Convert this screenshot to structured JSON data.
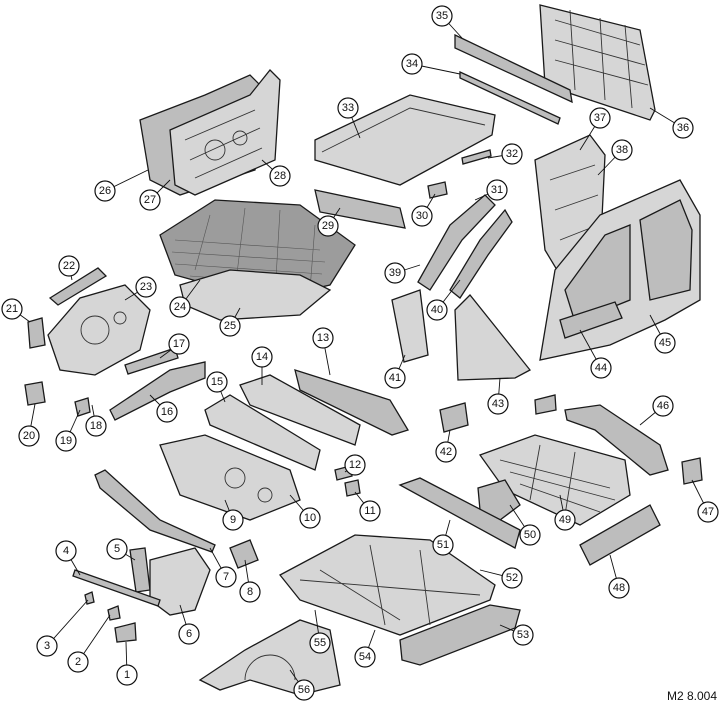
{
  "figure_code": "M2 8.004",
  "callouts": [
    "1",
    "2",
    "3",
    "4",
    "5",
    "6",
    "7",
    "8",
    "9",
    "10",
    "11",
    "12",
    "13",
    "14",
    "15",
    "16",
    "17",
    "18",
    "19",
    "20",
    "21",
    "22",
    "23",
    "24",
    "25",
    "26",
    "27",
    "28",
    "29",
    "30",
    "31",
    "32",
    "33",
    "34",
    "35",
    "36",
    "37",
    "38",
    "39",
    "40",
    "41",
    "42",
    "43",
    "44",
    "45",
    "46",
    "47",
    "48",
    "49",
    "50",
    "51",
    "52",
    "53",
    "54",
    "55",
    "56"
  ]
}
